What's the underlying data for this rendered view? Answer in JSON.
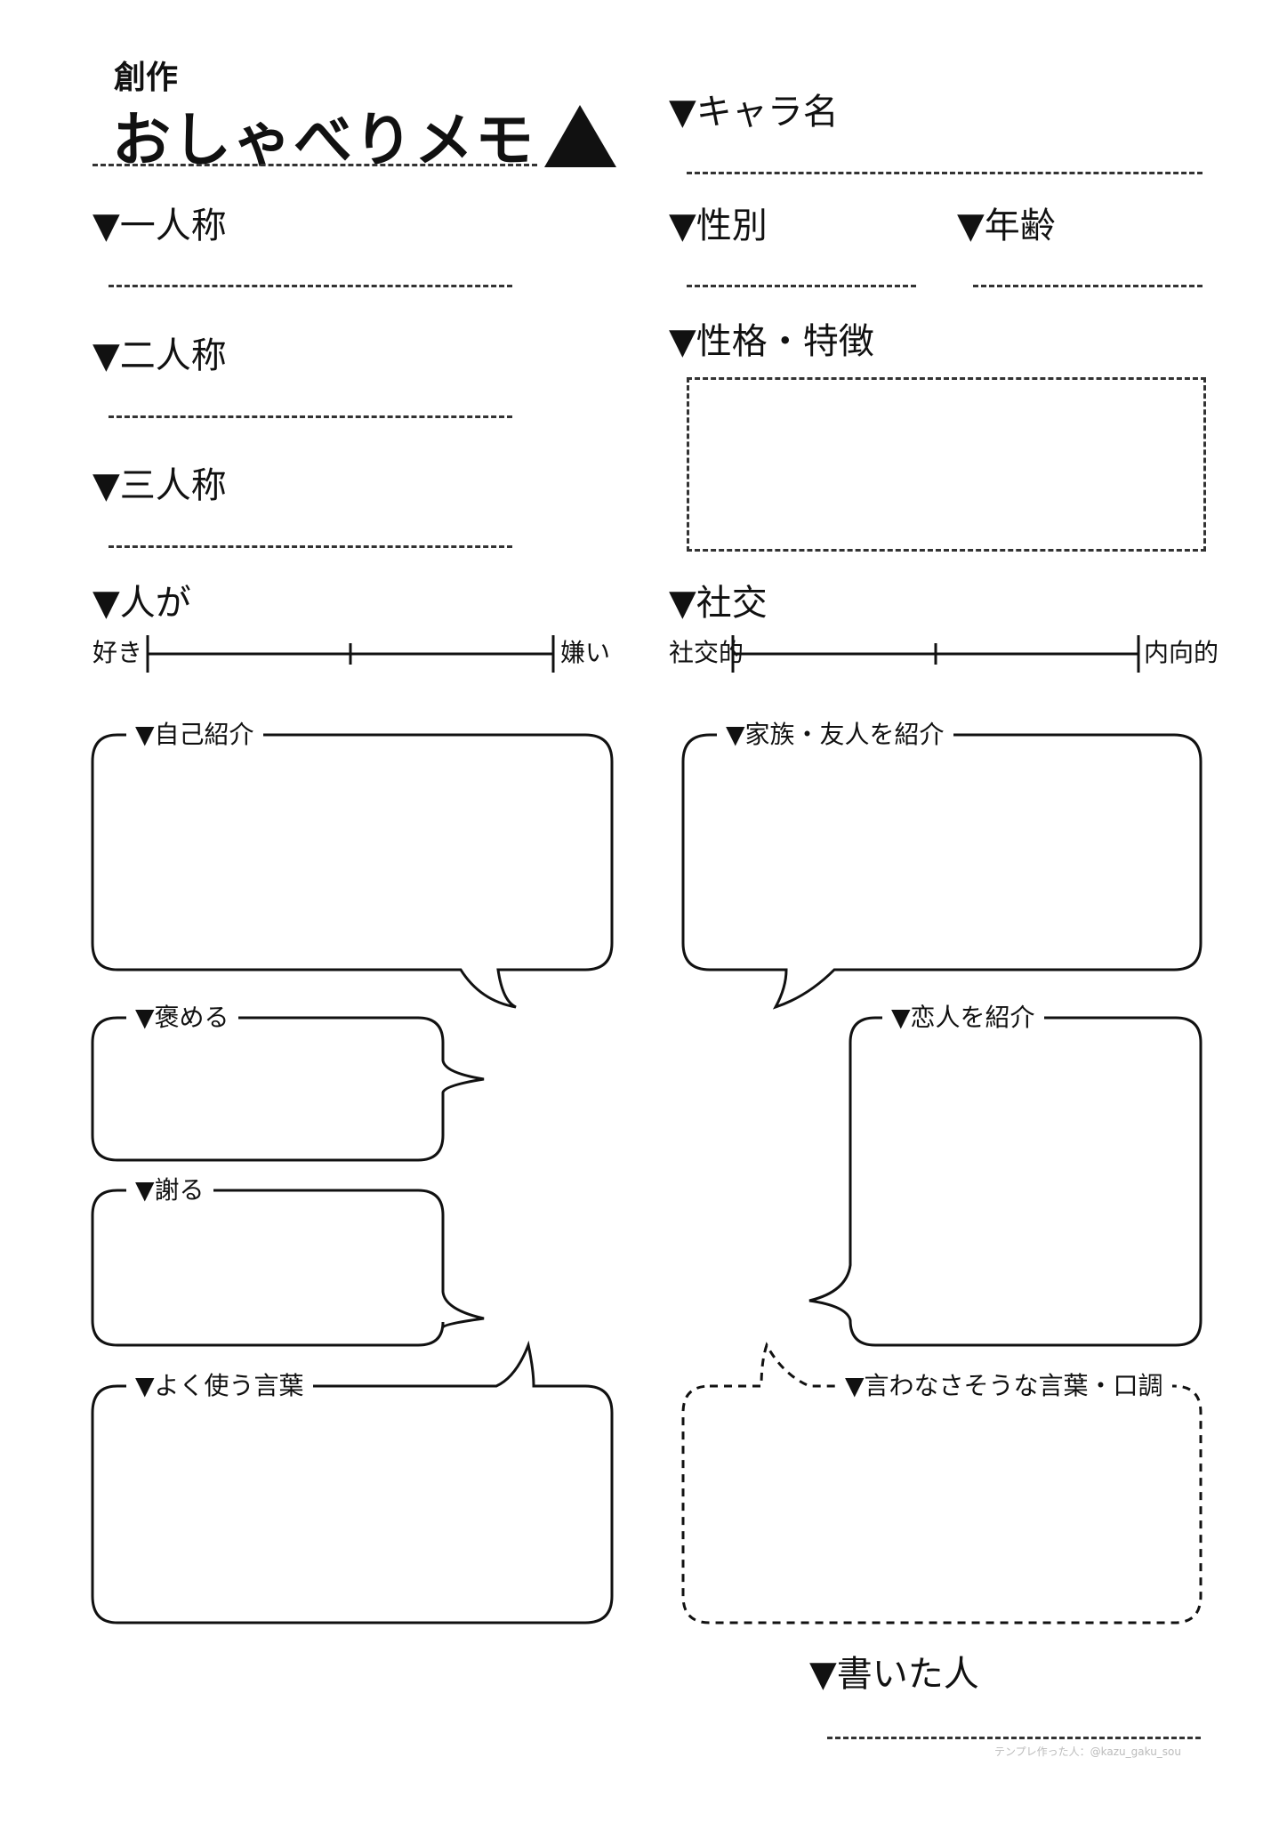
{
  "title": {
    "kicker": "創作",
    "main": "おしゃべりメモ"
  },
  "fields": {
    "chara_name": "▼キャラ名",
    "first_person": "▼一人称",
    "second_person": "▼二人称",
    "third_person": "▼三人称",
    "gender": "▼性別",
    "age": "▼年齢",
    "personality": "▼性格・特徴"
  },
  "scales": {
    "people": {
      "label": "▼人が",
      "left": "好き",
      "right": "嫌い"
    },
    "social": {
      "label": "▼社交",
      "left": "社交的",
      "right": "内向的"
    }
  },
  "bubbles": {
    "self_intro": "▼自己紹介",
    "family_intro": "▼家族・友人を紹介",
    "praise": "▼褒める",
    "lover_intro": "▼恋人を紹介",
    "apologize": "▼謝る",
    "common_words": "▼よく使う言葉",
    "never_say": "▼言わなさそうな言葉・口調"
  },
  "author": {
    "label": "▼書いた人"
  },
  "credit": "テンプレ作った人：@kazu_gaku_sou"
}
